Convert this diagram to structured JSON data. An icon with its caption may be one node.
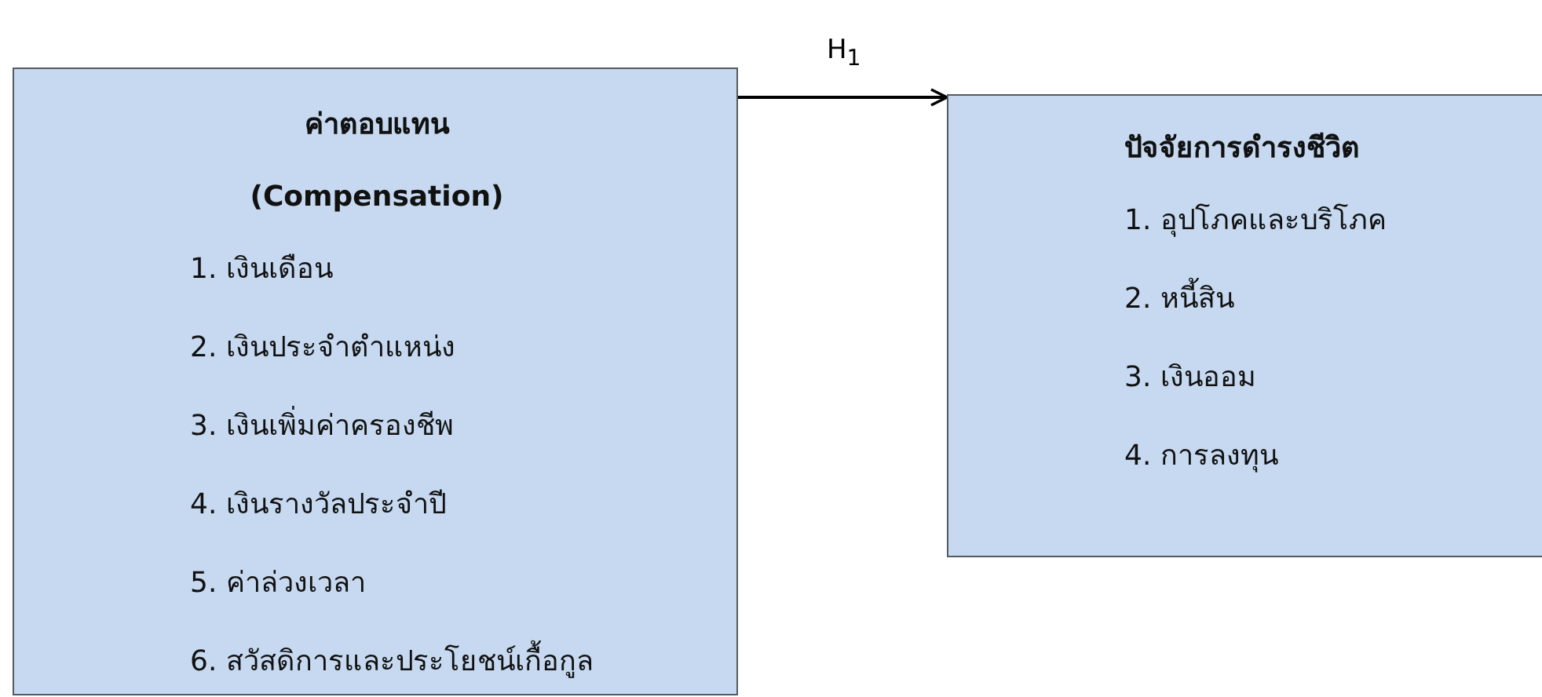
{
  "diagram": {
    "nodes": [
      {
        "text": [
          "ค่าตอบแทน",
          "(Compensation)",
          "1. เงินเดือน",
          "2. เงินประจำตำแหน่ง",
          "3. เงินเพิ่มค่าครองชีพ",
          "4. เงินรางวัลประจำปี",
          "5. ค่าล่วงเวลา",
          "6. สวัสดิการและประโยชน์เกื้อกูล"
        ]
      },
      {
        "text": [
          "ปัจจัยการดำรงชีวิต",
          "1. อุปโภคและบริโภค",
          "2. หนี้สิน",
          "3. เงินออม",
          "4. การลงทุน"
        ]
      }
    ],
    "edges": [
      {
        "from": 0,
        "to": 1,
        "arrow": "to",
        "label": "H$_{1}$"
      }
    ]
  }
}
